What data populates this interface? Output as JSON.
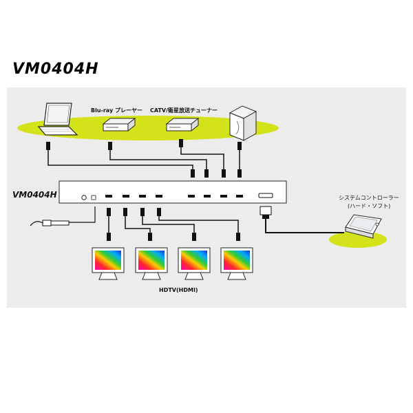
{
  "title": "VM0404H",
  "device_label": "VM0404H",
  "sources": {
    "bluray": "Blu-ray プレーヤー",
    "catv": "CATV/衛星放送チューナー"
  },
  "controller": {
    "line1": "システムコントローラー",
    "line2": "(ハード・ソフト)"
  },
  "displays_label": "HDTV(HDMI)",
  "colors": {
    "accent_ellipse": "#d4e21a",
    "panel_bg": "#ececec",
    "cable": "#111111"
  }
}
